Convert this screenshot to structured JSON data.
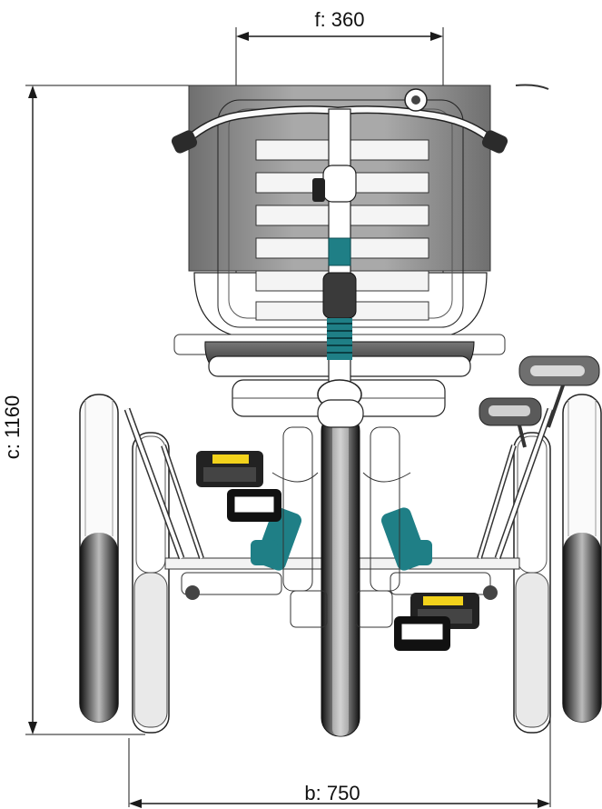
{
  "dimensions": {
    "top": {
      "label": "f:  360"
    },
    "left": {
      "label": "c: 1160"
    },
    "bottom": {
      "label": "b: 750"
    }
  },
  "palette": {
    "line": "#1a1a1a",
    "teal": "#1f7f86",
    "seat_gray": "#8c8c8c",
    "tire_dark": "#2b2b2b",
    "display_yellow": "#f2d21b"
  }
}
